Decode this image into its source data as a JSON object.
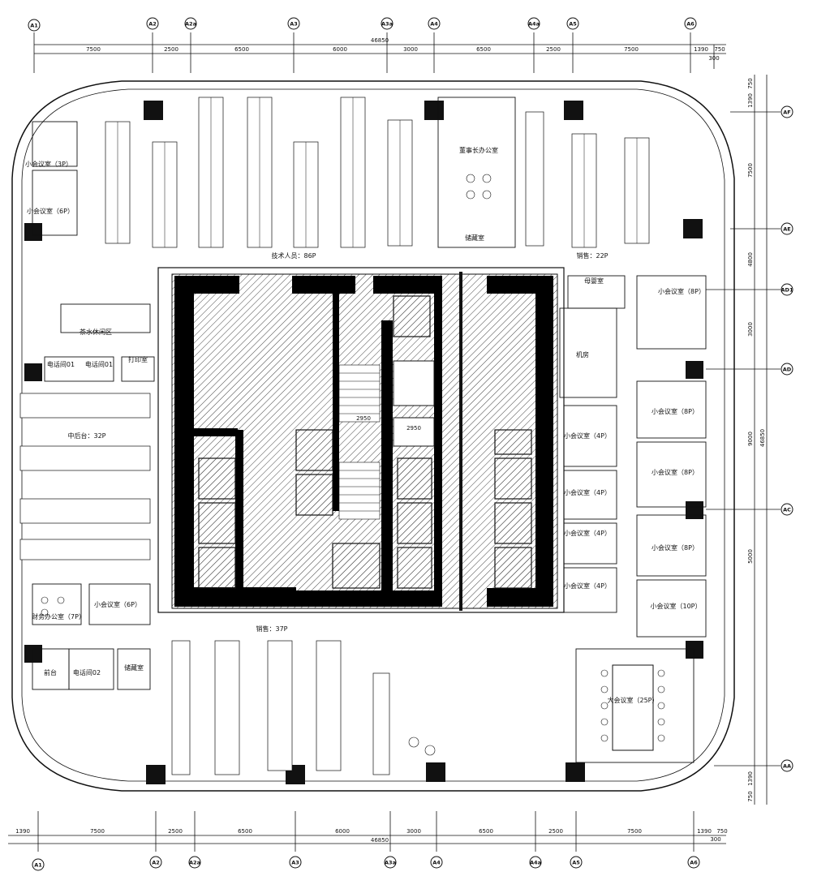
{
  "grid": {
    "columns": [
      "A1",
      "A2",
      "A2a",
      "A3",
      "A3a",
      "A4",
      "A4a",
      "A5",
      "A6"
    ],
    "columns_bottom": [
      "A1",
      "A2",
      "A2a",
      "A3",
      "A3a",
      "A4",
      "A4a",
      "A5",
      "A6"
    ],
    "rows": [
      "AF",
      "AE",
      "AD1",
      "AD",
      "AC",
      "AA"
    ]
  },
  "dimensions": {
    "top_total": "46850",
    "top_segments": [
      "7500",
      "2500",
      "6500",
      "6000",
      "3000",
      "6500",
      "2500",
      "7500",
      "1390",
      "750"
    ],
    "top_extra": "300",
    "bottom_total": "46850",
    "bottom_segments": [
      "1390",
      "7500",
      "2500",
      "6500",
      "6000",
      "3000",
      "6500",
      "2500",
      "7500",
      "1390",
      "750"
    ],
    "bottom_extra": "300",
    "right_total": "46850",
    "right_segments": [
      "750",
      "1390",
      "7500",
      "4800",
      "3000",
      "9000",
      "5000"
    ],
    "right_extra": [
      "750",
      "1390"
    ]
  },
  "rooms": {
    "small_meeting_3p": "小会议室（3P）",
    "small_meeting_6p": "小会议室（6P）",
    "tech_staff": "技术人员：86P",
    "chairman_office": "董事长办公室",
    "store_room": "储藏室",
    "sales_22p": "销售：22P",
    "mother_baby": "母婴室",
    "small_meeting_8p_a": "小会议室（8P）",
    "tea_area": "茶水休闲区",
    "power_room_01": "电话间01",
    "phone_room_01": "电话间01",
    "print_room": "打印室",
    "machine_room": "机房",
    "mid_office": "中后台：32P",
    "meeting_4p_a": "小会议室（4P）",
    "meeting_8p_b": "小会议室（8P）",
    "meeting_8p_c": "小会议室（8P）",
    "meeting_4p_b": "小会议室（4P）",
    "meeting_4p_c": "小会议室（4P）",
    "meeting_8p_d": "小会议室（8P）",
    "meeting_4p_d": "小会议室（4P）",
    "finance_office": "财务办公室（7P）",
    "small_meeting_6p_b": "小会议室（6P）",
    "small_meeting_10p": "小会议室（10P）",
    "phone_02": "电话间02",
    "sales_37p": "销售：37P",
    "storage_b": "储藏室",
    "front_desk": "前台",
    "large_meeting": "大会议室（25P）",
    "stair_a": "2950",
    "stair_b": "2950"
  },
  "colors": {
    "ink": "#111111",
    "wall": "#000000",
    "hatch": "#555555",
    "paper": "#ffffff"
  }
}
